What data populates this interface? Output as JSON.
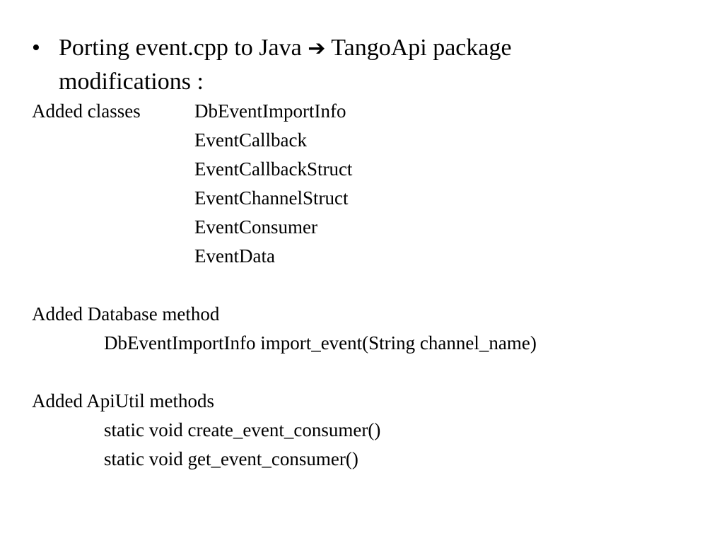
{
  "bullet": {
    "dot": "•",
    "text_before": "Porting event.cpp to Java",
    "arrow": "➔",
    "text_after": "TangoApi package",
    "text_line2": "modifications :"
  },
  "classes_section": {
    "label": "Added classes",
    "items": [
      "DbEventImportInfo",
      "EventCallback",
      "EventCallbackStruct",
      "EventChannelStruct",
      "EventConsumer",
      "EventData"
    ]
  },
  "database_section": {
    "label": "Added Database method",
    "methods": [
      "DbEventImportInfo import_event(String channel_name)"
    ]
  },
  "apiutil_section": {
    "label": "Added ApiUtil methods",
    "methods": [
      "static void create_event_consumer()",
      "static void get_event_consumer()"
    ]
  }
}
